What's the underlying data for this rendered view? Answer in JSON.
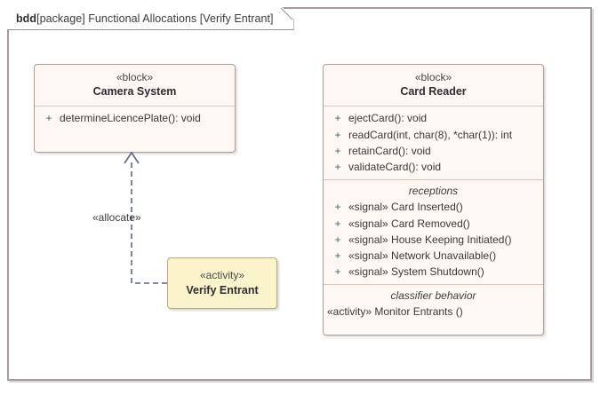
{
  "diagram": {
    "frame_header": {
      "kind": "bdd",
      "scope": "[package] Functional Allocations [Verify Entrant]"
    },
    "colors": {
      "frame_border": "#a79a9d",
      "block_border": "#b49a92",
      "block_fill": "#fdf8f3",
      "compartment_divider": "#d9c4bb",
      "activity_border": "#b8a97e",
      "activity_fill": "#fbf4cb",
      "connector": "#5b6480",
      "text": "#3b3739",
      "visibility_marker": "#44666a"
    }
  },
  "blocks": {
    "camera_system": {
      "stereotype": "«block»",
      "name": "Camera System",
      "operations": [
        {
          "visibility": "+",
          "signature": "determineLicencePlate(): void"
        }
      ]
    },
    "card_reader": {
      "stereotype": "«block»",
      "name": "Card Reader",
      "operations": [
        {
          "visibility": "+",
          "signature": "ejectCard(): void"
        },
        {
          "visibility": "+",
          "signature": "readCard(int, char(8), *char(1)): int"
        },
        {
          "visibility": "+",
          "signature": "retainCard(): void"
        },
        {
          "visibility": "+",
          "signature": "validateCard(): void"
        }
      ],
      "receptions_title": "receptions",
      "receptions": [
        {
          "visibility": "+",
          "signature": "«signal» Card Inserted()"
        },
        {
          "visibility": "+",
          "signature": "«signal» Card Removed()"
        },
        {
          "visibility": "+",
          "signature": "«signal» House Keeping Initiated()"
        },
        {
          "visibility": "+",
          "signature": "«signal» Network Unavailable()"
        },
        {
          "visibility": "+",
          "signature": "«signal» System Shutdown()"
        }
      ],
      "classifier_behavior_title": "classifier behavior",
      "classifier_behavior": "«activity» Monitor Entrants ()"
    },
    "verify_entrant": {
      "stereotype": "«activity»",
      "name": "Verify Entrant"
    }
  },
  "connectors": {
    "allocate": {
      "label": "«allocate»",
      "source": "Verify Entrant",
      "target": "Camera System"
    }
  }
}
